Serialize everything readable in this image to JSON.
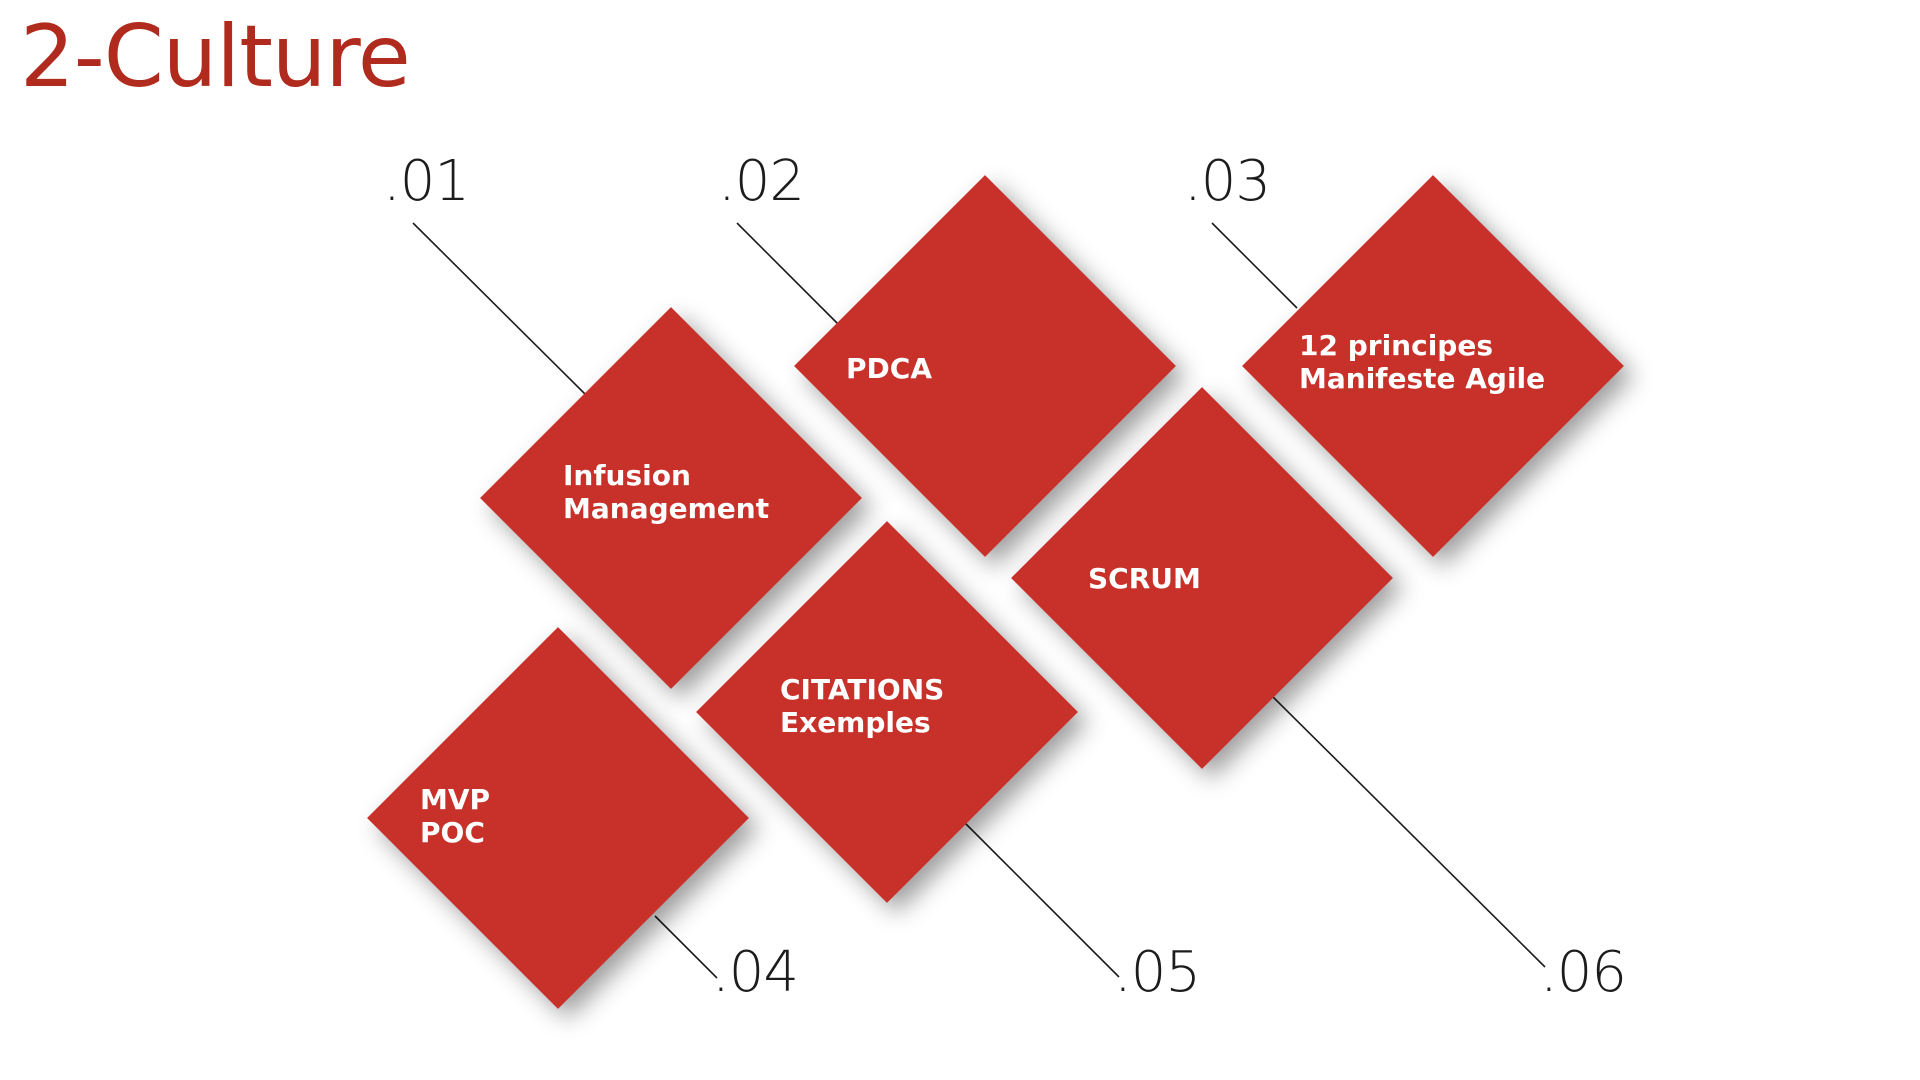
{
  "title": "2-Culture",
  "colors": {
    "title": "#b02a1e",
    "tile": "#c8302a",
    "tile_text": "#ffffff",
    "number_text": "#1c1c1c",
    "connector": "#1c1c1c"
  },
  "items": [
    {
      "number": ".01",
      "lines": [
        "Infusion",
        "Management"
      ]
    },
    {
      "number": ".02",
      "lines": [
        "PDCA"
      ]
    },
    {
      "number": ".03",
      "lines": [
        "12 principes",
        "Manifeste Agile"
      ]
    },
    {
      "number": ".04",
      "lines": [
        "MVP",
        "POC"
      ]
    },
    {
      "number": ".05",
      "lines": [
        "CITATIONS",
        "Exemples"
      ]
    },
    {
      "number": ".06",
      "lines": [
        "SCRUM"
      ]
    }
  ]
}
